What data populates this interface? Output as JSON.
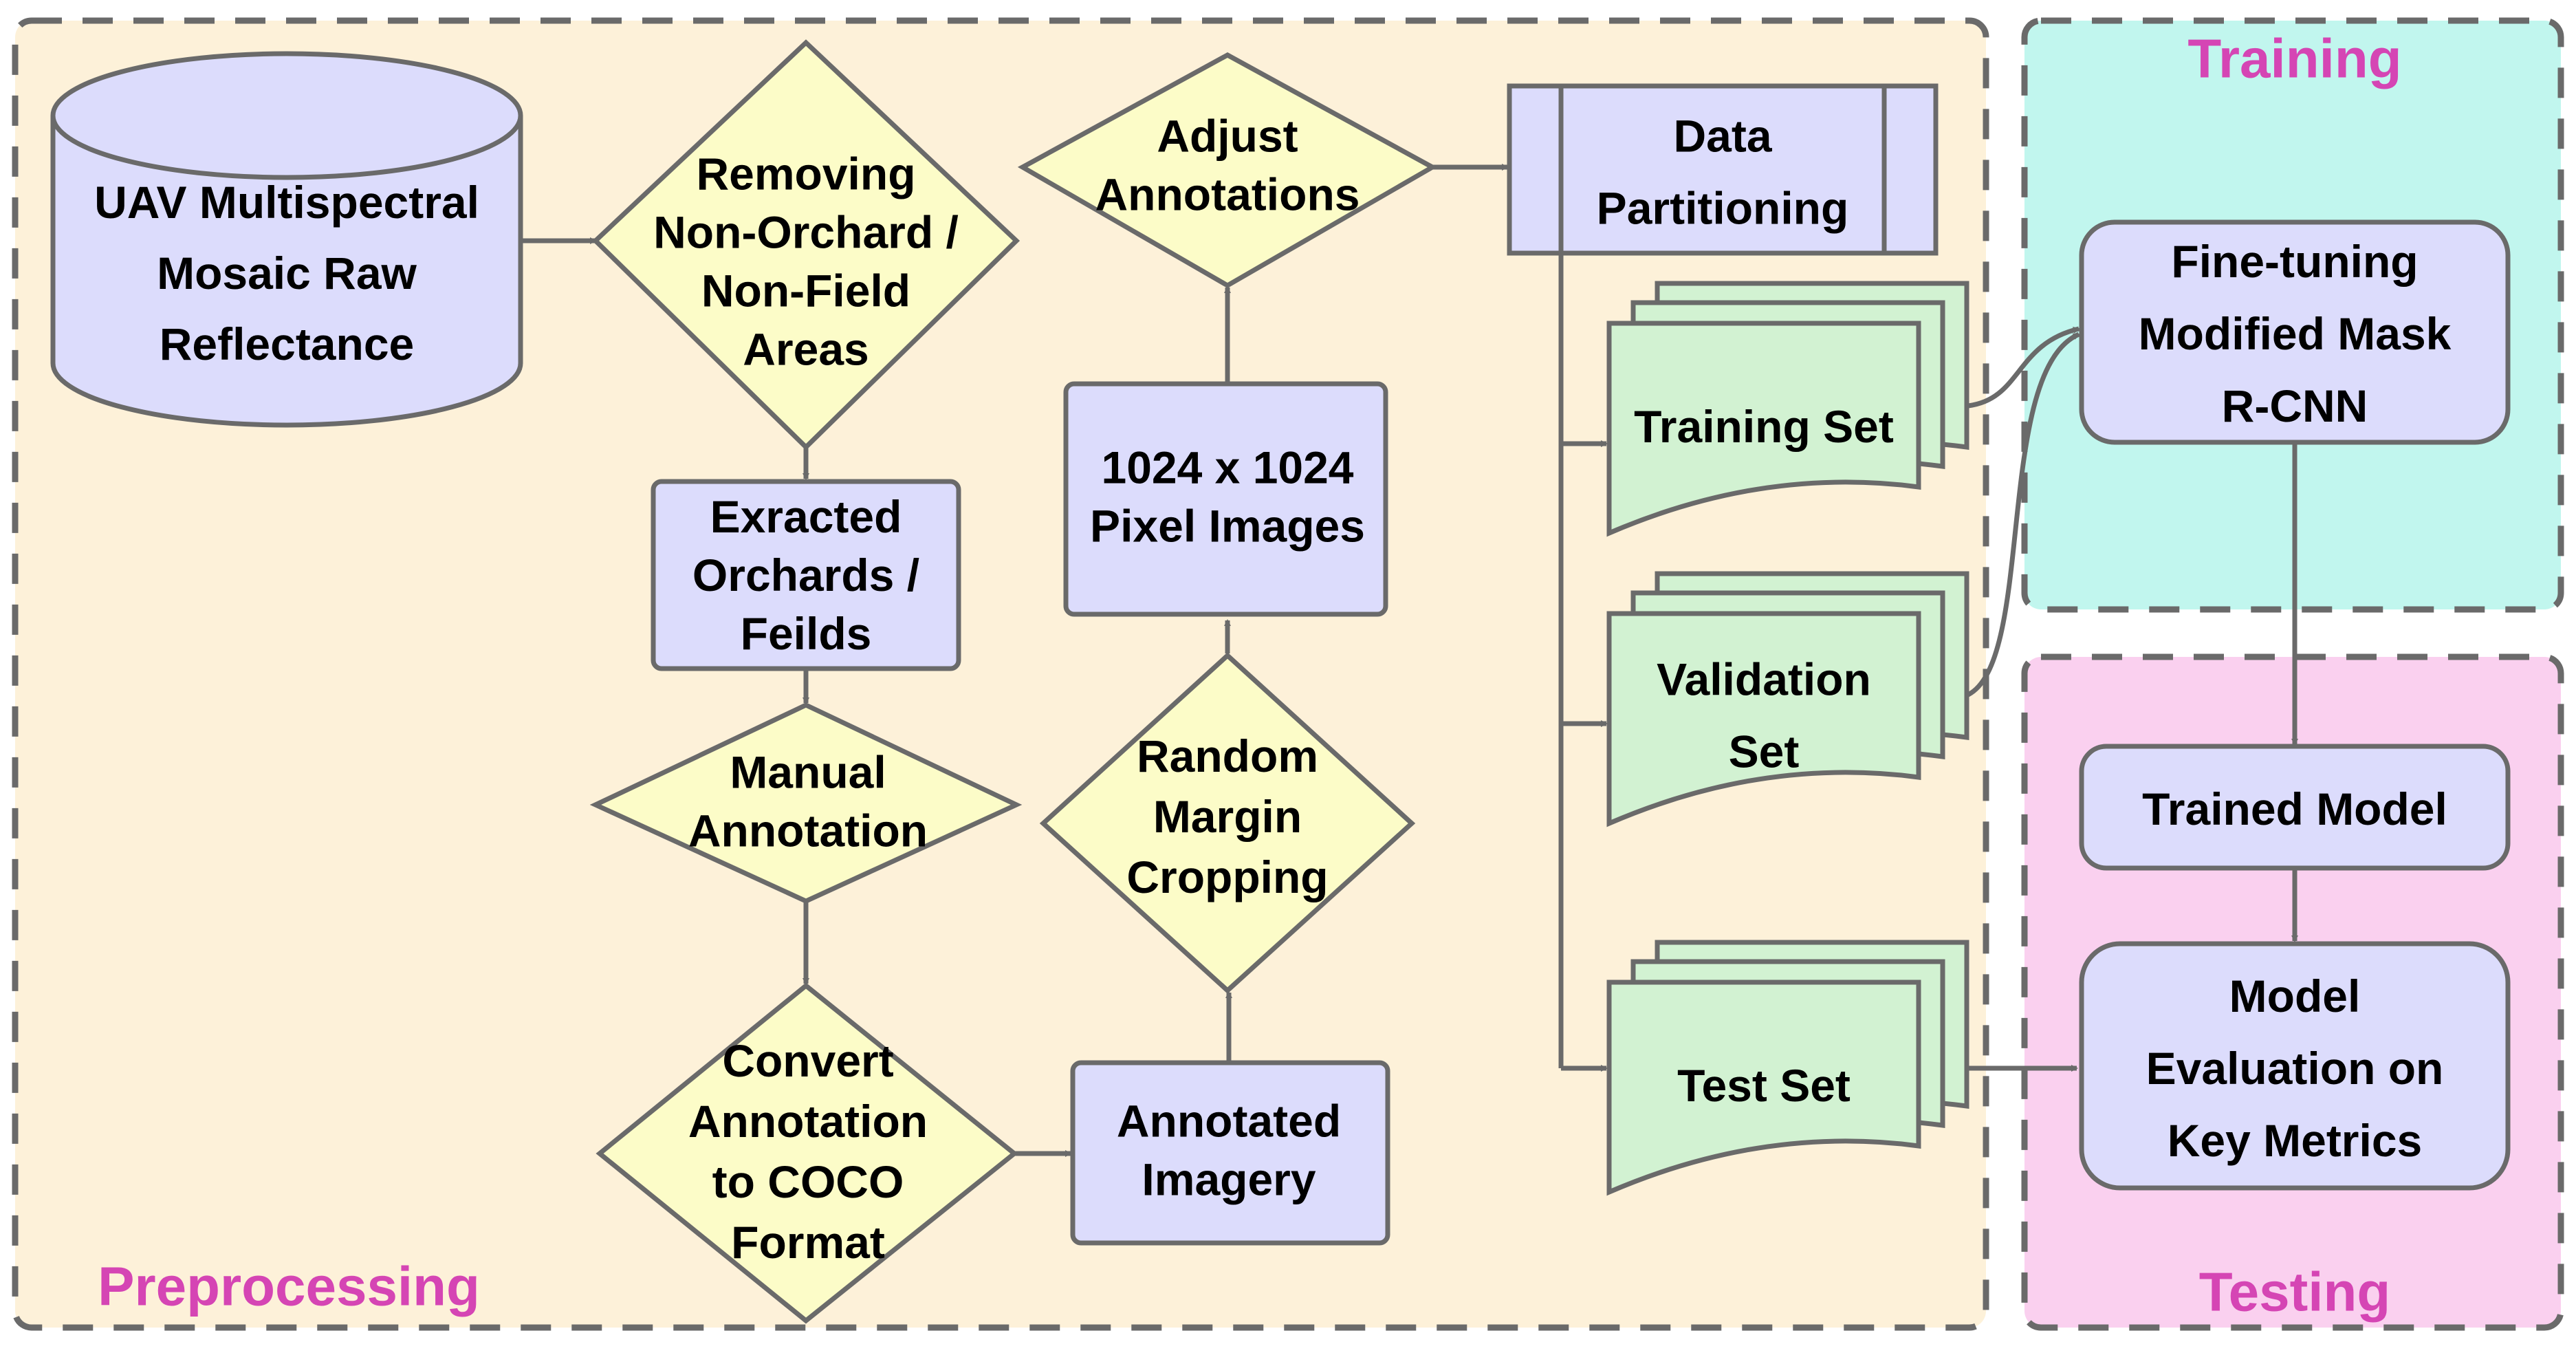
{
  "colors": {
    "preprocessing_bg": "#fdf1d9",
    "training_bg": "#c1f6ee",
    "testing_bg": "#fad0ef",
    "section_border": "#6a6a6a",
    "section_label": "#d545b4",
    "process_fill": "#dcdcfc",
    "decision_fill": "#fcfcc8",
    "dataset_fill": "#d2f2d2",
    "edge": "#6a6a6a"
  },
  "sections": {
    "preprocessing": "Preprocessing",
    "training": "Training",
    "testing": "Testing"
  },
  "nodes": {
    "raw": [
      "UAV Multispectral",
      "Mosaic Raw",
      "Reflectance"
    ],
    "removing": [
      "Removing",
      "Non-Orchard /",
      "Non-Field",
      "Areas"
    ],
    "extracted": [
      "Exracted",
      "Orchards /",
      "Feilds"
    ],
    "manual": [
      "Manual",
      "Annotation"
    ],
    "convert": [
      "Convert",
      "Annotation",
      "to COCO",
      "Format"
    ],
    "annotated": [
      "Annotated",
      "Imagery"
    ],
    "cropping": [
      "Random",
      "Margin",
      "Cropping"
    ],
    "pixel_images": [
      "1024 x 1024",
      "Pixel Images"
    ],
    "adjust": [
      "Adjust",
      "Annotations"
    ],
    "partitioning": [
      "Data",
      "Partitioning"
    ],
    "training_set": [
      "Training Set"
    ],
    "validation_set": [
      "Validation",
      "Set"
    ],
    "test_set": [
      "Test Set"
    ],
    "finetune": [
      "Fine-tuning",
      "Modified Mask",
      "R-CNN"
    ],
    "trained_model": [
      "Trained Model"
    ],
    "evaluation": [
      "Model",
      "Evaluation on",
      "Key Metrics"
    ]
  }
}
